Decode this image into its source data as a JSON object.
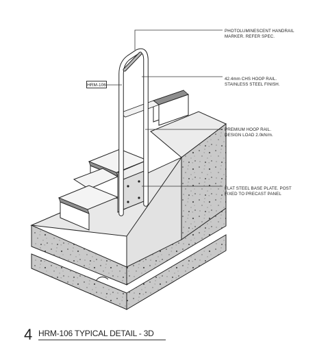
{
  "callouts": [
    {
      "lines": [
        "PHOTOLUMINESCENT HANDRAIL",
        "MARKER. REFER SPEC."
      ]
    },
    {
      "lines": [
        "42.4mm CHS HOOP RAIL.",
        "STAINLESS STEEL FINISH."
      ]
    },
    {
      "lines": [
        "PREMIUM HOOP RAIL.",
        "DESIGN LOAD 2.0kN/m."
      ]
    },
    {
      "lines": [
        "FLAT STEEL BASE PLATE. POST",
        "FIXED TO PRECAST PANEL"
      ]
    }
  ],
  "reference_tag": "HRM-106",
  "detail": {
    "number": "4",
    "title": "HRM-106 TYPICAL DETAIL - 3D"
  }
}
